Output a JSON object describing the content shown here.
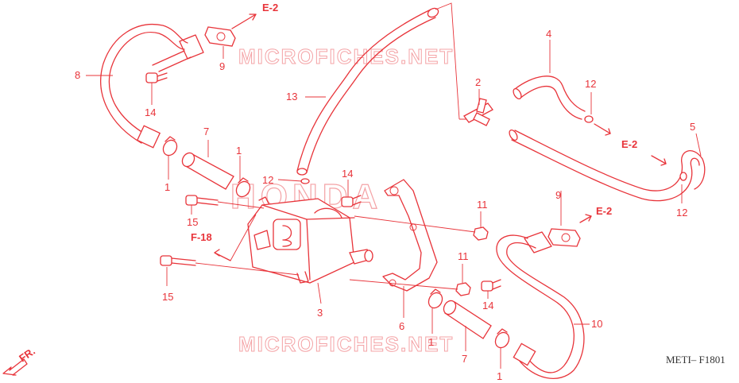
{
  "watermark": {
    "site_top": "MICROFICHES.NET",
    "site_bottom": "MICROFICHES.NET",
    "brand": "HONDA"
  },
  "references": {
    "e2_top": "E-2",
    "e2_right": "E-2",
    "e2_mid": "E-2",
    "f18": "F-18",
    "front": "FR."
  },
  "diagram_code": "METI– F1801",
  "callouts": {
    "c1a": "1",
    "c1b": "1",
    "c1c": "1",
    "c1d": "1",
    "c2": "2",
    "c3": "3",
    "c4": "4",
    "c5": "5",
    "c6": "6",
    "c7a": "7",
    "c7b": "7",
    "c8": "8",
    "c9a": "9",
    "c9b": "9",
    "c10": "10",
    "c11a": "11",
    "c11b": "11",
    "c12a": "12",
    "c12b": "12",
    "c12c": "12",
    "c13": "13",
    "c14a": "14",
    "c14b": "14",
    "c14c": "14",
    "c15a": "15",
    "c15b": "15"
  },
  "colors": {
    "line": "#e8343a",
    "watermark": "#f4a3a6",
    "code_text": "#333333"
  }
}
